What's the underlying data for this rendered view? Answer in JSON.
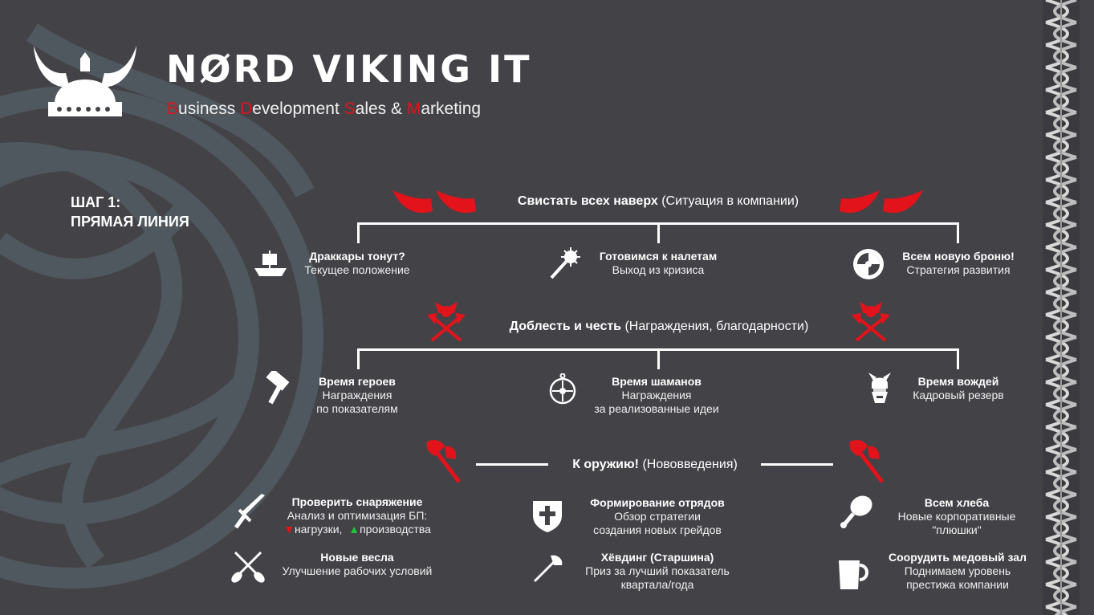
{
  "logo": {
    "title": "NØRD VIKING IT",
    "subtitle_parts": [
      {
        "red": "B",
        "rest": "usiness "
      },
      {
        "red": "D",
        "rest": "evelopment "
      },
      {
        "red": "S",
        "rest": "ales & "
      },
      {
        "red": "M",
        "rest": "arketing"
      }
    ]
  },
  "step": {
    "line1": "ШАГ 1:",
    "line2": "ПРЯМАЯ ЛИНИЯ"
  },
  "sections": {
    "s1": {
      "bold": "Свистать всех наверх",
      "normal": " (Ситуация в компании)"
    },
    "s2": {
      "bold": "Доблесть и честь",
      "normal": " (Награждения, благодарности)"
    },
    "s3": {
      "bold": "К оружию!",
      "normal": " (Нововведения)"
    }
  },
  "items": {
    "drakkar": {
      "title": "Драккары тонут?",
      "desc1": "Текущее положение"
    },
    "raids": {
      "title": "Готовимся к налетам",
      "desc1": "Выход из кризиса"
    },
    "armor": {
      "title": "Всем новую броню!",
      "desc1": "Стратегия развития"
    },
    "heroes": {
      "title": "Время героев",
      "desc1": "Награждения",
      "desc2": "по показателям"
    },
    "shamans": {
      "title": "Время шаманов",
      "desc1": "Награждения",
      "desc2": "за реализованные идеи"
    },
    "chiefs": {
      "title": "Время вождей",
      "desc1": "Кадровый резерв"
    },
    "gear": {
      "title": "Проверить снаряжение",
      "desc1": "Анализ и оптимизация БП:",
      "down_mark": "▼",
      "down_text": "нагрузки,",
      "up_mark": "▲",
      "up_text": "производства"
    },
    "squads": {
      "title": "Формирование отрядов",
      "desc1": "Обзор стратегии",
      "desc2": "создания новых грейдов"
    },
    "bread": {
      "title": "Всем хлеба",
      "desc1": "Новые корпоративные",
      "desc2": "\"плюшки\""
    },
    "oars": {
      "title": "Новые весла",
      "desc1": "Улучшение рабочих условий"
    },
    "hevding": {
      "title": "Хёвдинг (Старшина)",
      "desc1": "Приз за лучший показатель",
      "desc2": "квартала/года"
    },
    "hall": {
      "title": "Соорудить медовый зал",
      "desc1": "Поднимаем уровень",
      "desc2": "престижа компании"
    }
  },
  "icons": {
    "helmet": "viking-helmet-icon",
    "horn": "drinking-horn-icon",
    "ship": "drakkar-icon",
    "mace": "mace-icon",
    "shield": "round-shield-icon",
    "axes": "crossed-axes-icon",
    "hammer": "hammer-icon",
    "compass": "compass-icon",
    "viking": "viking-face-icon",
    "axe": "battle-axe-icon",
    "sword": "sword-icon",
    "cross_shield": "cross-shield-icon",
    "meat": "meat-leg-icon",
    "oars": "crossed-oars-icon",
    "hand_axe": "hand-axe-icon",
    "mug": "mug-icon"
  },
  "colors": {
    "background": "#434247",
    "accent": "#e2131b",
    "text": "#ffffff",
    "up": "#23c23a"
  }
}
